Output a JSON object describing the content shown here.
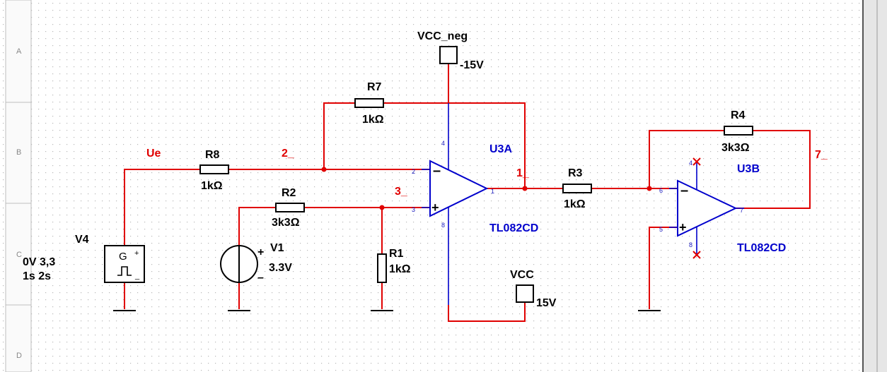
{
  "zones": [
    "A",
    "B",
    "C",
    "D"
  ],
  "nets": {
    "ue": "Ue",
    "n2": "2_",
    "n3": "3_",
    "n1": "1_",
    "n7": "7_"
  },
  "components": {
    "r8": {
      "ref": "R8",
      "value": "1kΩ"
    },
    "r7": {
      "ref": "R7",
      "value": "1kΩ"
    },
    "r2": {
      "ref": "R2",
      "value": "3k3Ω"
    },
    "r1": {
      "ref": "R1",
      "value": "1kΩ"
    },
    "r3": {
      "ref": "R3",
      "value": "1kΩ"
    },
    "r4": {
      "ref": "R4",
      "value": "3k3Ω"
    },
    "v1": {
      "ref": "V1",
      "value": "3.3V"
    },
    "v4": {
      "ref": "V4",
      "line1": "0V 3,3",
      "line2": "1s 2s"
    },
    "u3a": {
      "ref": "U3A",
      "part": "TL082CD"
    },
    "u3b": {
      "ref": "U3B",
      "part": "TL082CD"
    },
    "vcc_neg": {
      "name": "VCC_neg",
      "value": "-15V"
    },
    "vcc": {
      "name": "VCC",
      "value": "15V"
    }
  },
  "pins": {
    "p1": "1",
    "p2": "2",
    "p3": "3",
    "p4": "4",
    "p5": "5",
    "p6": "6",
    "p7": "7",
    "p8": "8"
  }
}
